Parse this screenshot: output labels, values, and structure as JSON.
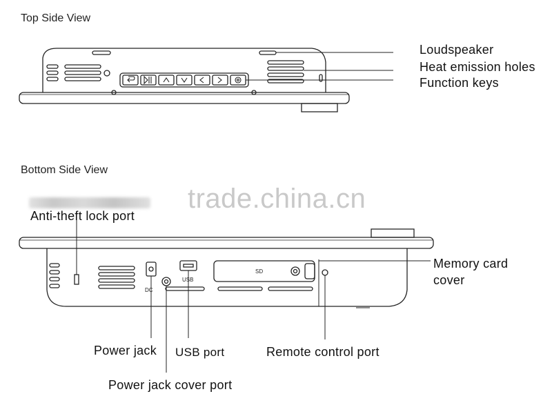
{
  "top_view": {
    "title": "Top Side View",
    "labels": {
      "loudspeaker": "Loudspeaker",
      "heat_emission": "Heat emission holes",
      "function_keys": "Function keys"
    }
  },
  "bottom_view": {
    "title": "Bottom Side View",
    "labels": {
      "anti_theft": "Anti-theft lock port",
      "memory_card_1": "Memory card",
      "memory_card_2": "cover",
      "power_jack": "Power jack",
      "usb_port": "USB port",
      "remote_control": "Remote control port",
      "power_jack_cover": "Power jack cover port"
    },
    "device_marks": {
      "sd": "SD",
      "dc": "DC",
      "usb": "USB"
    }
  },
  "watermark": "trade.china.cn",
  "colors": {
    "line": "#222222",
    "watermark": "#c9c9c9"
  },
  "function_key_icons": [
    "return-icon",
    "play-pause-icon",
    "up-arrow-icon",
    "down-arrow-icon",
    "left-arrow-icon",
    "right-arrow-icon",
    "settings-icon"
  ]
}
